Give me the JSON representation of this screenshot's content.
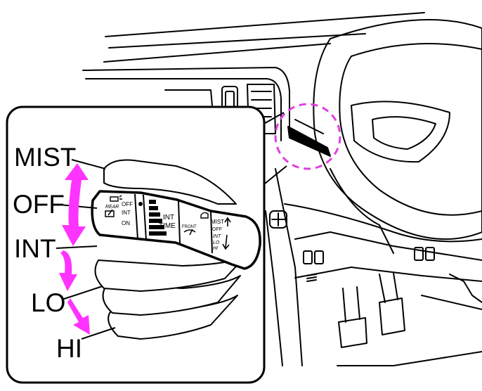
{
  "positions": [
    {
      "label": "MIST"
    },
    {
      "label": "OFF"
    },
    {
      "label": "INT"
    },
    {
      "label": "LO"
    },
    {
      "label": "HI"
    }
  ],
  "rear_wiper": {
    "name": "REAR",
    "settings": [
      "OFF",
      "INT",
      "ON"
    ]
  },
  "int_time": {
    "line1": "INT",
    "line2": "TIME"
  },
  "front_wiper": {
    "name": "FRONT",
    "settings": [
      "MIST",
      "OFF",
      "INT",
      "LO",
      "HI"
    ]
  },
  "colors": {
    "arrow": "#ff33ff",
    "highlight_circle": "#e040e0",
    "line": "#000000"
  },
  "icons": [
    "rear-wiper-icon",
    "front-wiper-icon",
    "washer-icon",
    "hazard-icon"
  ]
}
